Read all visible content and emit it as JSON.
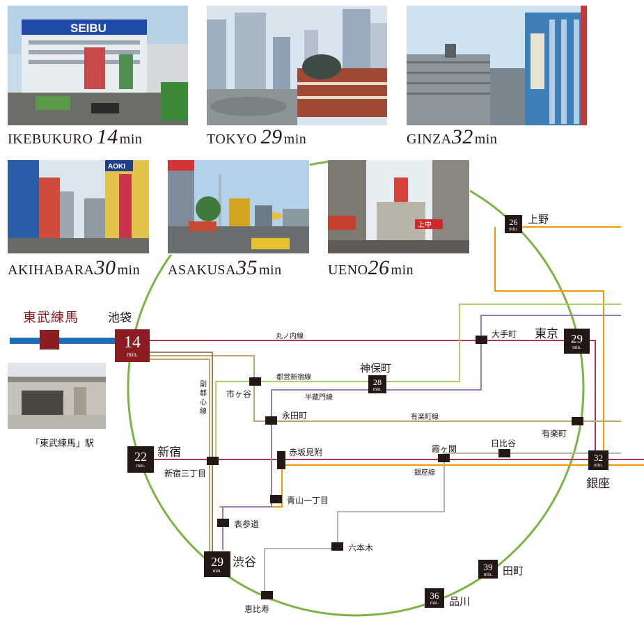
{
  "destinations": [
    {
      "name": "IKEBUKURO",
      "minutes": "14",
      "unit": "min"
    },
    {
      "name": "TOKYO",
      "minutes": "29",
      "unit": "min"
    },
    {
      "name": "GINZA",
      "minutes": "32",
      "unit": "min"
    },
    {
      "name": "AKIHABARA",
      "minutes": "30",
      "unit": "min"
    },
    {
      "name": "ASAKUSA",
      "minutes": "35",
      "unit": "min"
    },
    {
      "name": "UENO",
      "minutes": "26",
      "unit": "min"
    }
  ],
  "photo_signs": {
    "seibu": "SEIBU",
    "aoki": "AOKI",
    "ueno_sign": "上中"
  },
  "origin": {
    "name": "東武練馬",
    "photo_caption": "「東武練馬」駅"
  },
  "min_label": "min.",
  "stations": {
    "ikebukuro": {
      "name": "池袋",
      "minutes": "14"
    },
    "ueno": {
      "name": "上野",
      "minutes": "26"
    },
    "tokyo": {
      "name": "東京",
      "minutes": "29"
    },
    "jimbocho": {
      "name": "神保町",
      "minutes": "28"
    },
    "shinjuku": {
      "name": "新宿",
      "minutes": "22"
    },
    "ginza": {
      "name": "銀座",
      "minutes": "32"
    },
    "shibuya": {
      "name": "渋谷",
      "minutes": "29"
    },
    "tamachi": {
      "name": "田町",
      "minutes": "39"
    },
    "shinagawa": {
      "name": "品川",
      "minutes": "36"
    },
    "otemachi": "大手町",
    "ichigaya": "市ヶ谷",
    "nagatacho": "永田町",
    "yurakucho": "有楽町",
    "akasakamitsuke": "赤坂見附",
    "kasumigaseki": "霞ヶ関",
    "hibiya": "日比谷",
    "shinjukusanchome": "新宿三丁目",
    "aoyamaitchome": "青山一丁目",
    "omotesando": "表参道",
    "roppongi": "六本木",
    "ebisu": "恵比寿"
  },
  "lines": {
    "marunouchi": "丸ノ内線",
    "shinjuku": "都営新宿線",
    "hanzomon": "半蔵門線",
    "yurakucho": "有楽町線",
    "ginza": "銀座線",
    "fukutoshin": "副都心線"
  },
  "colors": {
    "yamanote": "#7cb342",
    "marunouchi": "#b5334d",
    "ginza_line": "#f39800",
    "yurakucho_line": "#c1a470",
    "hanzomon": "#9b7cb6",
    "fukutoshin": "#9c7e58",
    "shinjuku_line": "#b0cf6a",
    "hibiya_line": "#b5b5ac",
    "tobu": "#1e6fb8",
    "badge": "#231815",
    "ikebukuro_badge": "#8a1c22"
  }
}
